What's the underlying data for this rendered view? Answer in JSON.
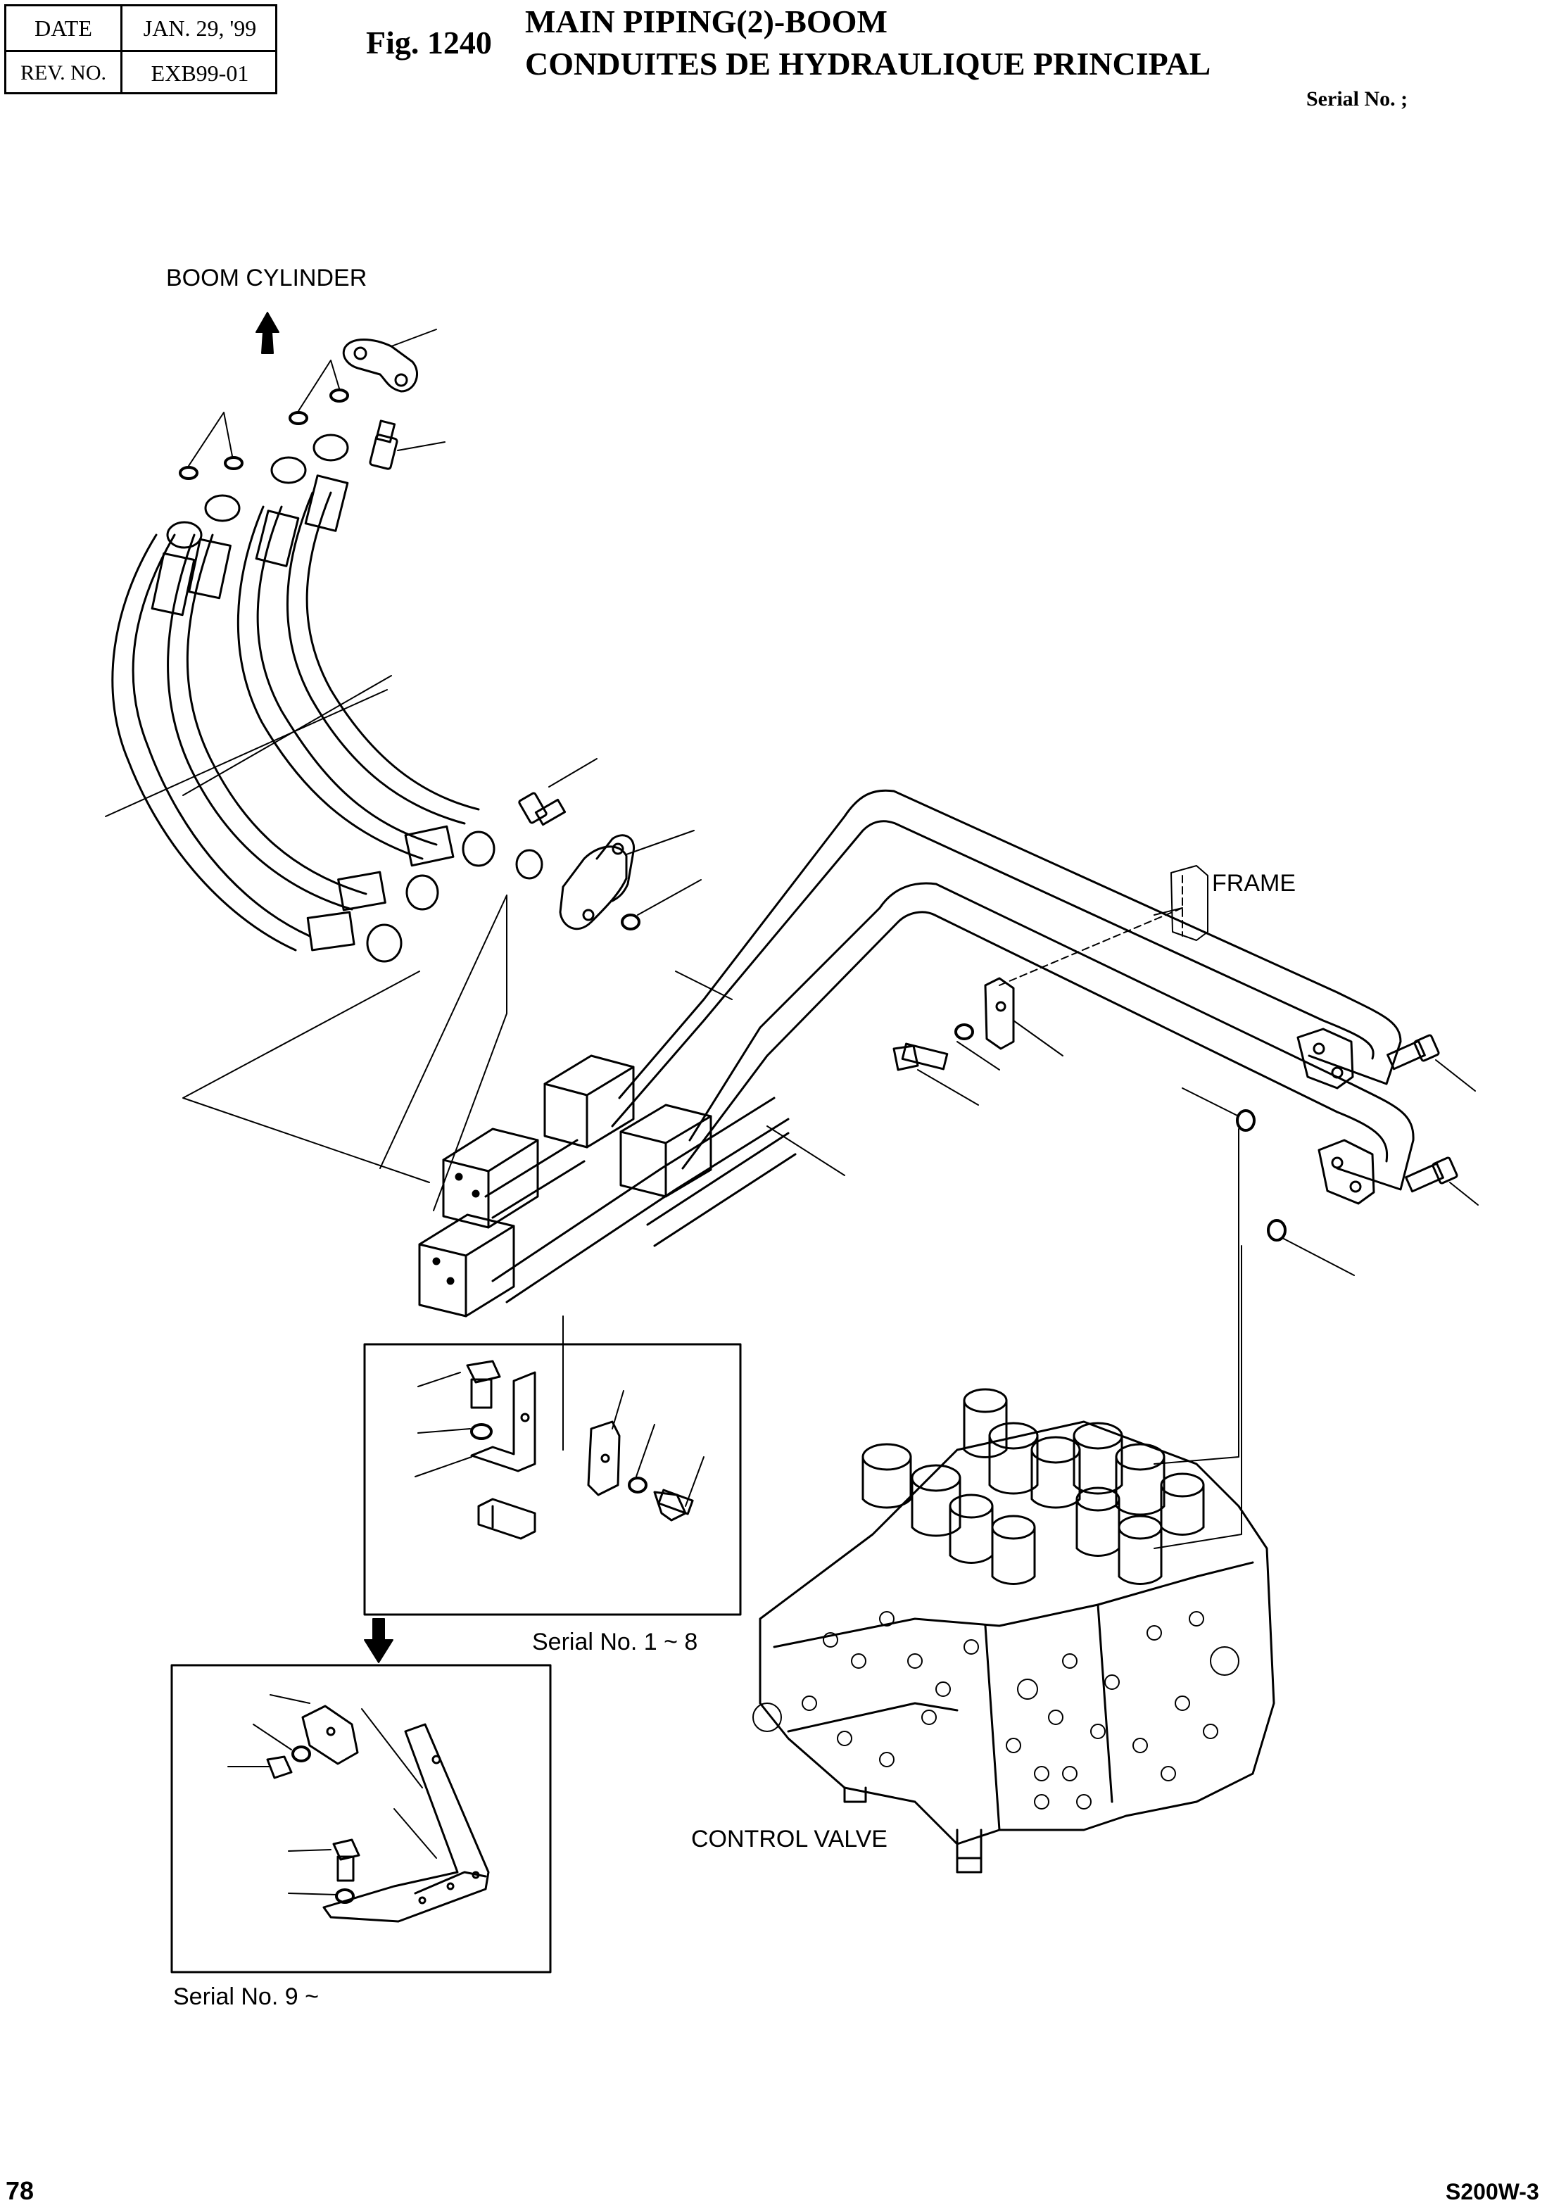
{
  "header": {
    "date_label": "DATE",
    "date_value": "JAN. 29, '99",
    "rev_label": "REV. NO.",
    "rev_value": "EXB99-01",
    "fig_number": "Fig. 1240",
    "title_en": "MAIN PIPING(2)-BOOM",
    "title_fr": "CONDUITES DE HYDRAULIQUE PRINCIPAL",
    "serial_header": "Serial No. ;"
  },
  "labels": {
    "boom_cylinder": "BOOM CYLINDER",
    "frame": "FRAME",
    "control_valve": "CONTROL VALVE",
    "serial_1_8": "Serial No. 1 ~ 8",
    "serial_9": "Serial No. 9 ~"
  },
  "footer": {
    "page_number": "78",
    "model": "S200W-3"
  }
}
